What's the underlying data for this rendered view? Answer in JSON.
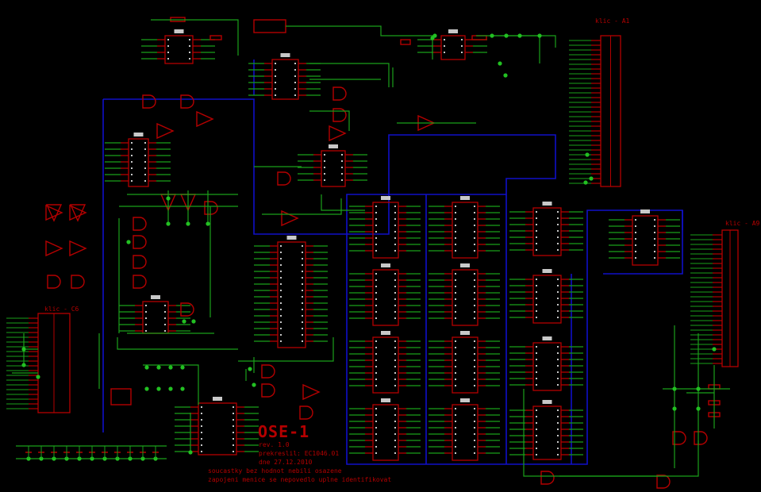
{
  "connectors": {
    "a1": "klic - A1",
    "a9": "klic - A9",
    "c6": "klic - C6"
  },
  "title_block": {
    "title": "OSE-1",
    "revision": "rev. 1.0",
    "redrawn_by": "prekreslil: EC1046.01",
    "date": "dne 27.12.2010",
    "note1": "soucastky bez hodnot nebili osazene",
    "note2": "zapojeni menice se nepovedlo uplne identifikovat"
  },
  "colors": {
    "background": "#000000",
    "component": "#b40000",
    "wire": "#1aa01a",
    "bus": "#1010c8",
    "junction": "#22c022",
    "pin_text": "#c8c8c8"
  }
}
